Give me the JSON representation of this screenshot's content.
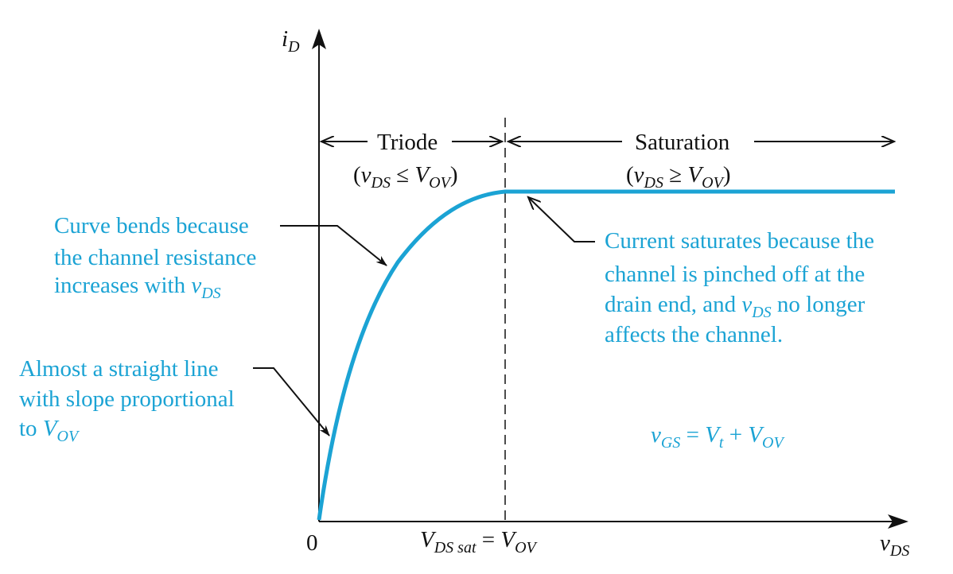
{
  "colors": {
    "ink": "#111111",
    "curve": "#1ba3d4",
    "annotation_text": "#1ba3d4"
  },
  "axes": {
    "y_label_main": "i",
    "y_label_sub": "D",
    "x_label_main": "v",
    "x_label_sub": "DS",
    "origin_label": "0",
    "vdssat_main": "V",
    "vdssat_sub": "DS sat",
    "vdssat_eq": " = ",
    "vov_main": "V",
    "vov_sub": "OV"
  },
  "regions": {
    "triode": {
      "label": "Triode",
      "cond_open": "(",
      "cond_v": "v",
      "cond_vsub": "DS",
      "cond_rel": " ≤ ",
      "cond_V": "V",
      "cond_Vsub": "OV",
      "cond_close": ")"
    },
    "saturation": {
      "label": "Saturation",
      "cond_open": "(",
      "cond_v": "v",
      "cond_vsub": "DS",
      "cond_rel": " ≥ ",
      "cond_V": "V",
      "cond_Vsub": "OV",
      "cond_close": ")"
    }
  },
  "annotations": {
    "curve_bends": {
      "line1": "Curve bends because",
      "line2": "the channel resistance",
      "line3_text": "increases with ",
      "line3_var": "v",
      "line3_sub": "DS"
    },
    "straight_line": {
      "line1": "Almost a straight line",
      "line2": "with slope proportional",
      "line3_text": "to ",
      "line3_var": "V",
      "line3_sub": "OV"
    },
    "saturates": {
      "line1": "Current saturates because the",
      "line2": "channel is pinched off at the",
      "line3_text": "drain end, and ",
      "line3_var": "v",
      "line3_sub": "DS",
      "line3_rest": " no longer",
      "line4": "affects the channel."
    },
    "vgs_equation": {
      "v": "v",
      "v_sub": "GS",
      "eq": " = ",
      "vt": "V",
      "vt_sub": "t",
      "plus": " + ",
      "vov": "V",
      "vov_sub": "OV"
    }
  }
}
